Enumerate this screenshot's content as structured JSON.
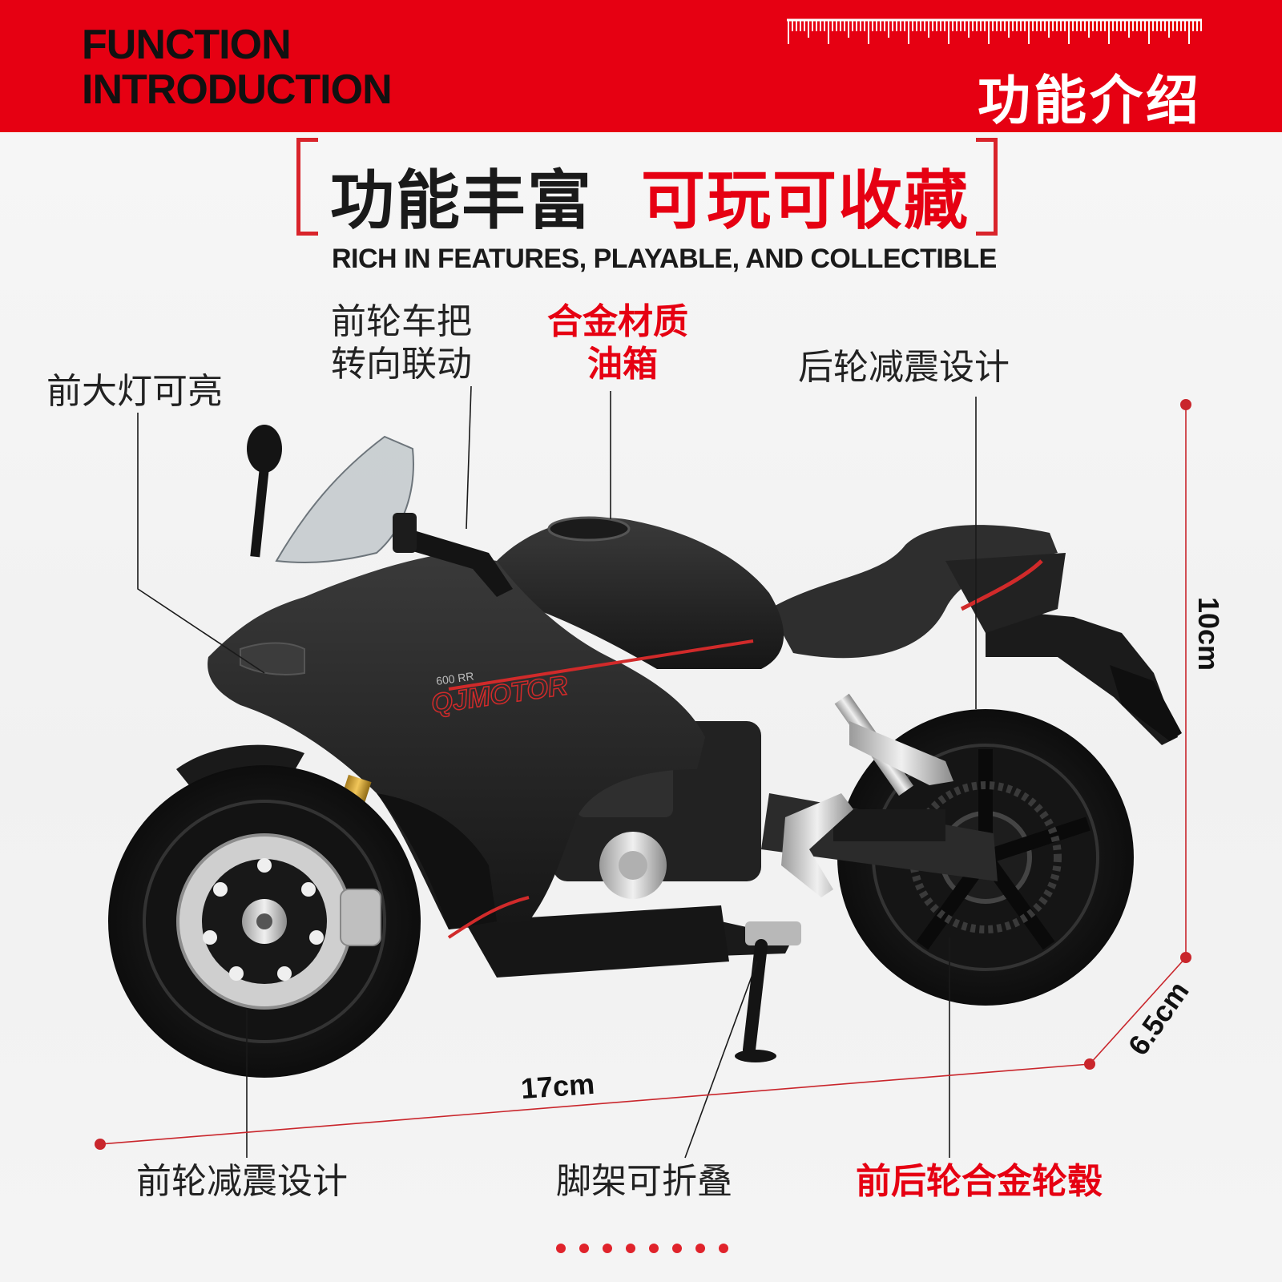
{
  "banner": {
    "en_line1": "FUNCTION",
    "en_line2": "INTRODUCTION",
    "cn_title": "功能介绍"
  },
  "headline": {
    "black": "功能丰富",
    "red": "可玩可收藏",
    "sub": "RICH IN FEATURES, PLAYABLE, AND COLLECTIBLE"
  },
  "features": {
    "headlight": "前大灯可亮",
    "steering_line1": "前轮车把",
    "steering_line2": "转向联动",
    "tank_line1": "合金材质",
    "tank_line2": "油箱",
    "rear_shock": "后轮减震设计",
    "front_shock": "前轮减震设计",
    "kickstand": "脚架可折叠",
    "wheels": "前后轮合金轮毂"
  },
  "dimensions": {
    "length": "17cm",
    "height": "10cm",
    "width": "6.5cm"
  },
  "bike": {
    "brand_text": "QJMOTOR",
    "model_text": "600 RR"
  },
  "colors": {
    "banner": "#e60012",
    "accent": "#d9242b",
    "dim_line": "#c9262c"
  }
}
